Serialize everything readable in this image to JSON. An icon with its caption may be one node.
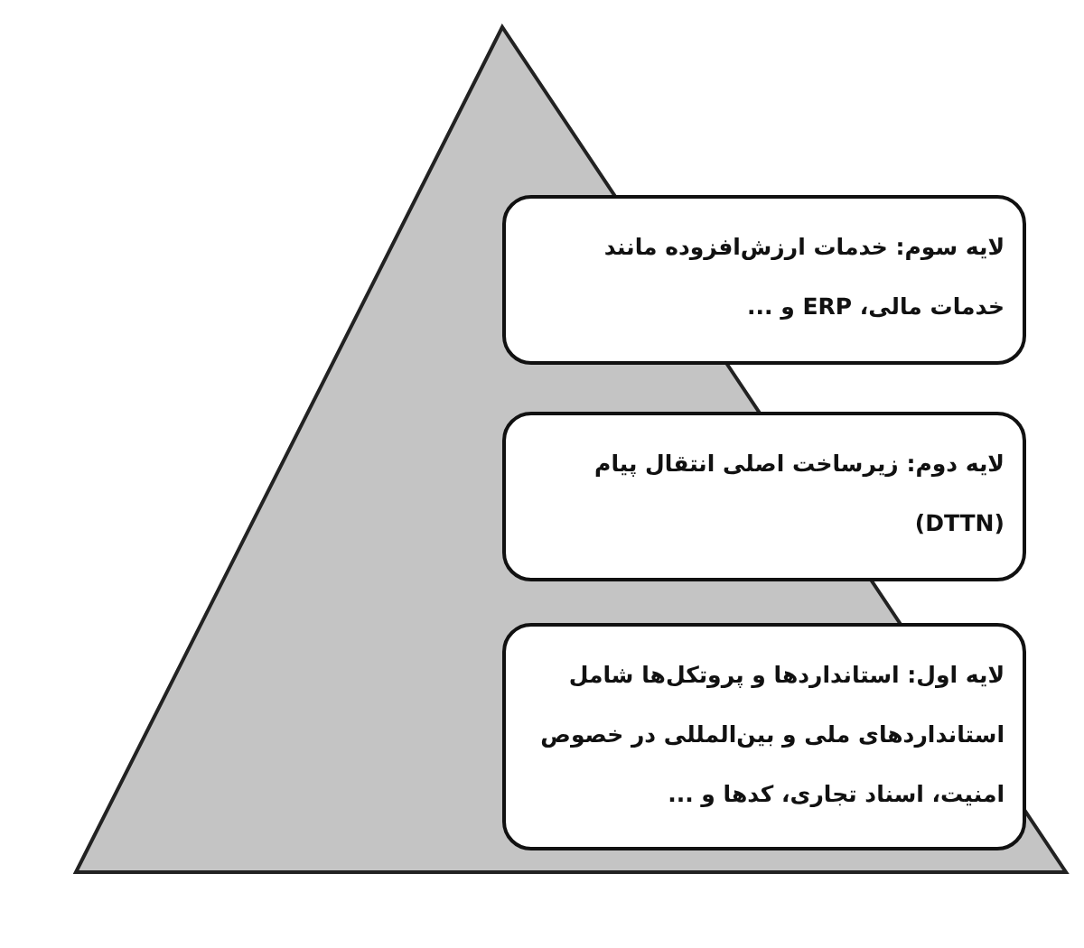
{
  "diagram": {
    "nodes": [
      {
        "text": [
          "لایه سوم: خدمات ارزش‌افزوده مانند خدمات مالی، ERP و ..."
        ]
      },
      {
        "text": [
          "لایه دوم: زیرساخت اصلی انتقال پیام (DTTN)"
        ]
      },
      {
        "text": [
          "لایه اول: استانداردها و پروتکل‌ها شامل استانداردهای ملی و بین‌المللی در خصوص امنیت، اسناد تجاری، کدها و ..."
        ]
      }
    ]
  }
}
